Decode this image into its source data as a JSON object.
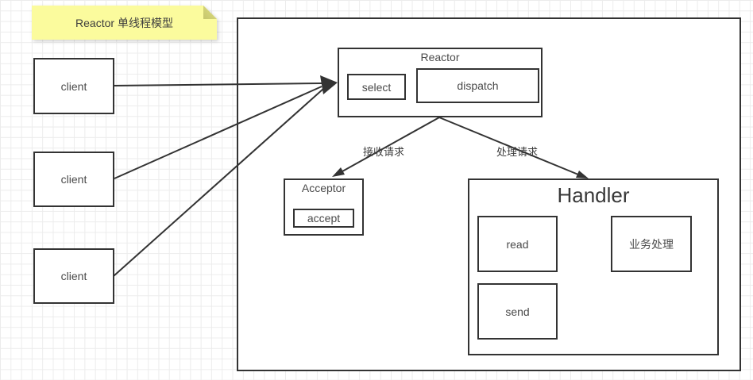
{
  "note": {
    "title": "Reactor 单线程模型"
  },
  "clients": [
    {
      "label": "client"
    },
    {
      "label": "client"
    },
    {
      "label": "client"
    }
  ],
  "reactor": {
    "title": "Reactor",
    "select_label": "select",
    "dispatch_label": "dispatch"
  },
  "acceptor": {
    "title": "Acceptor",
    "accept_label": "accept"
  },
  "handler": {
    "title": "Handler",
    "read_label": "read",
    "business_label": "业务处理",
    "send_label": "send"
  },
  "edges": {
    "to_acceptor_label": "接收请求",
    "to_handler_label": "处理请求"
  },
  "colors": {
    "border": "#333333",
    "note_bg": "#fbfb9d",
    "note_fold": "#d2d277",
    "grid_line": "#ececec",
    "text": "#4a4a4a"
  }
}
